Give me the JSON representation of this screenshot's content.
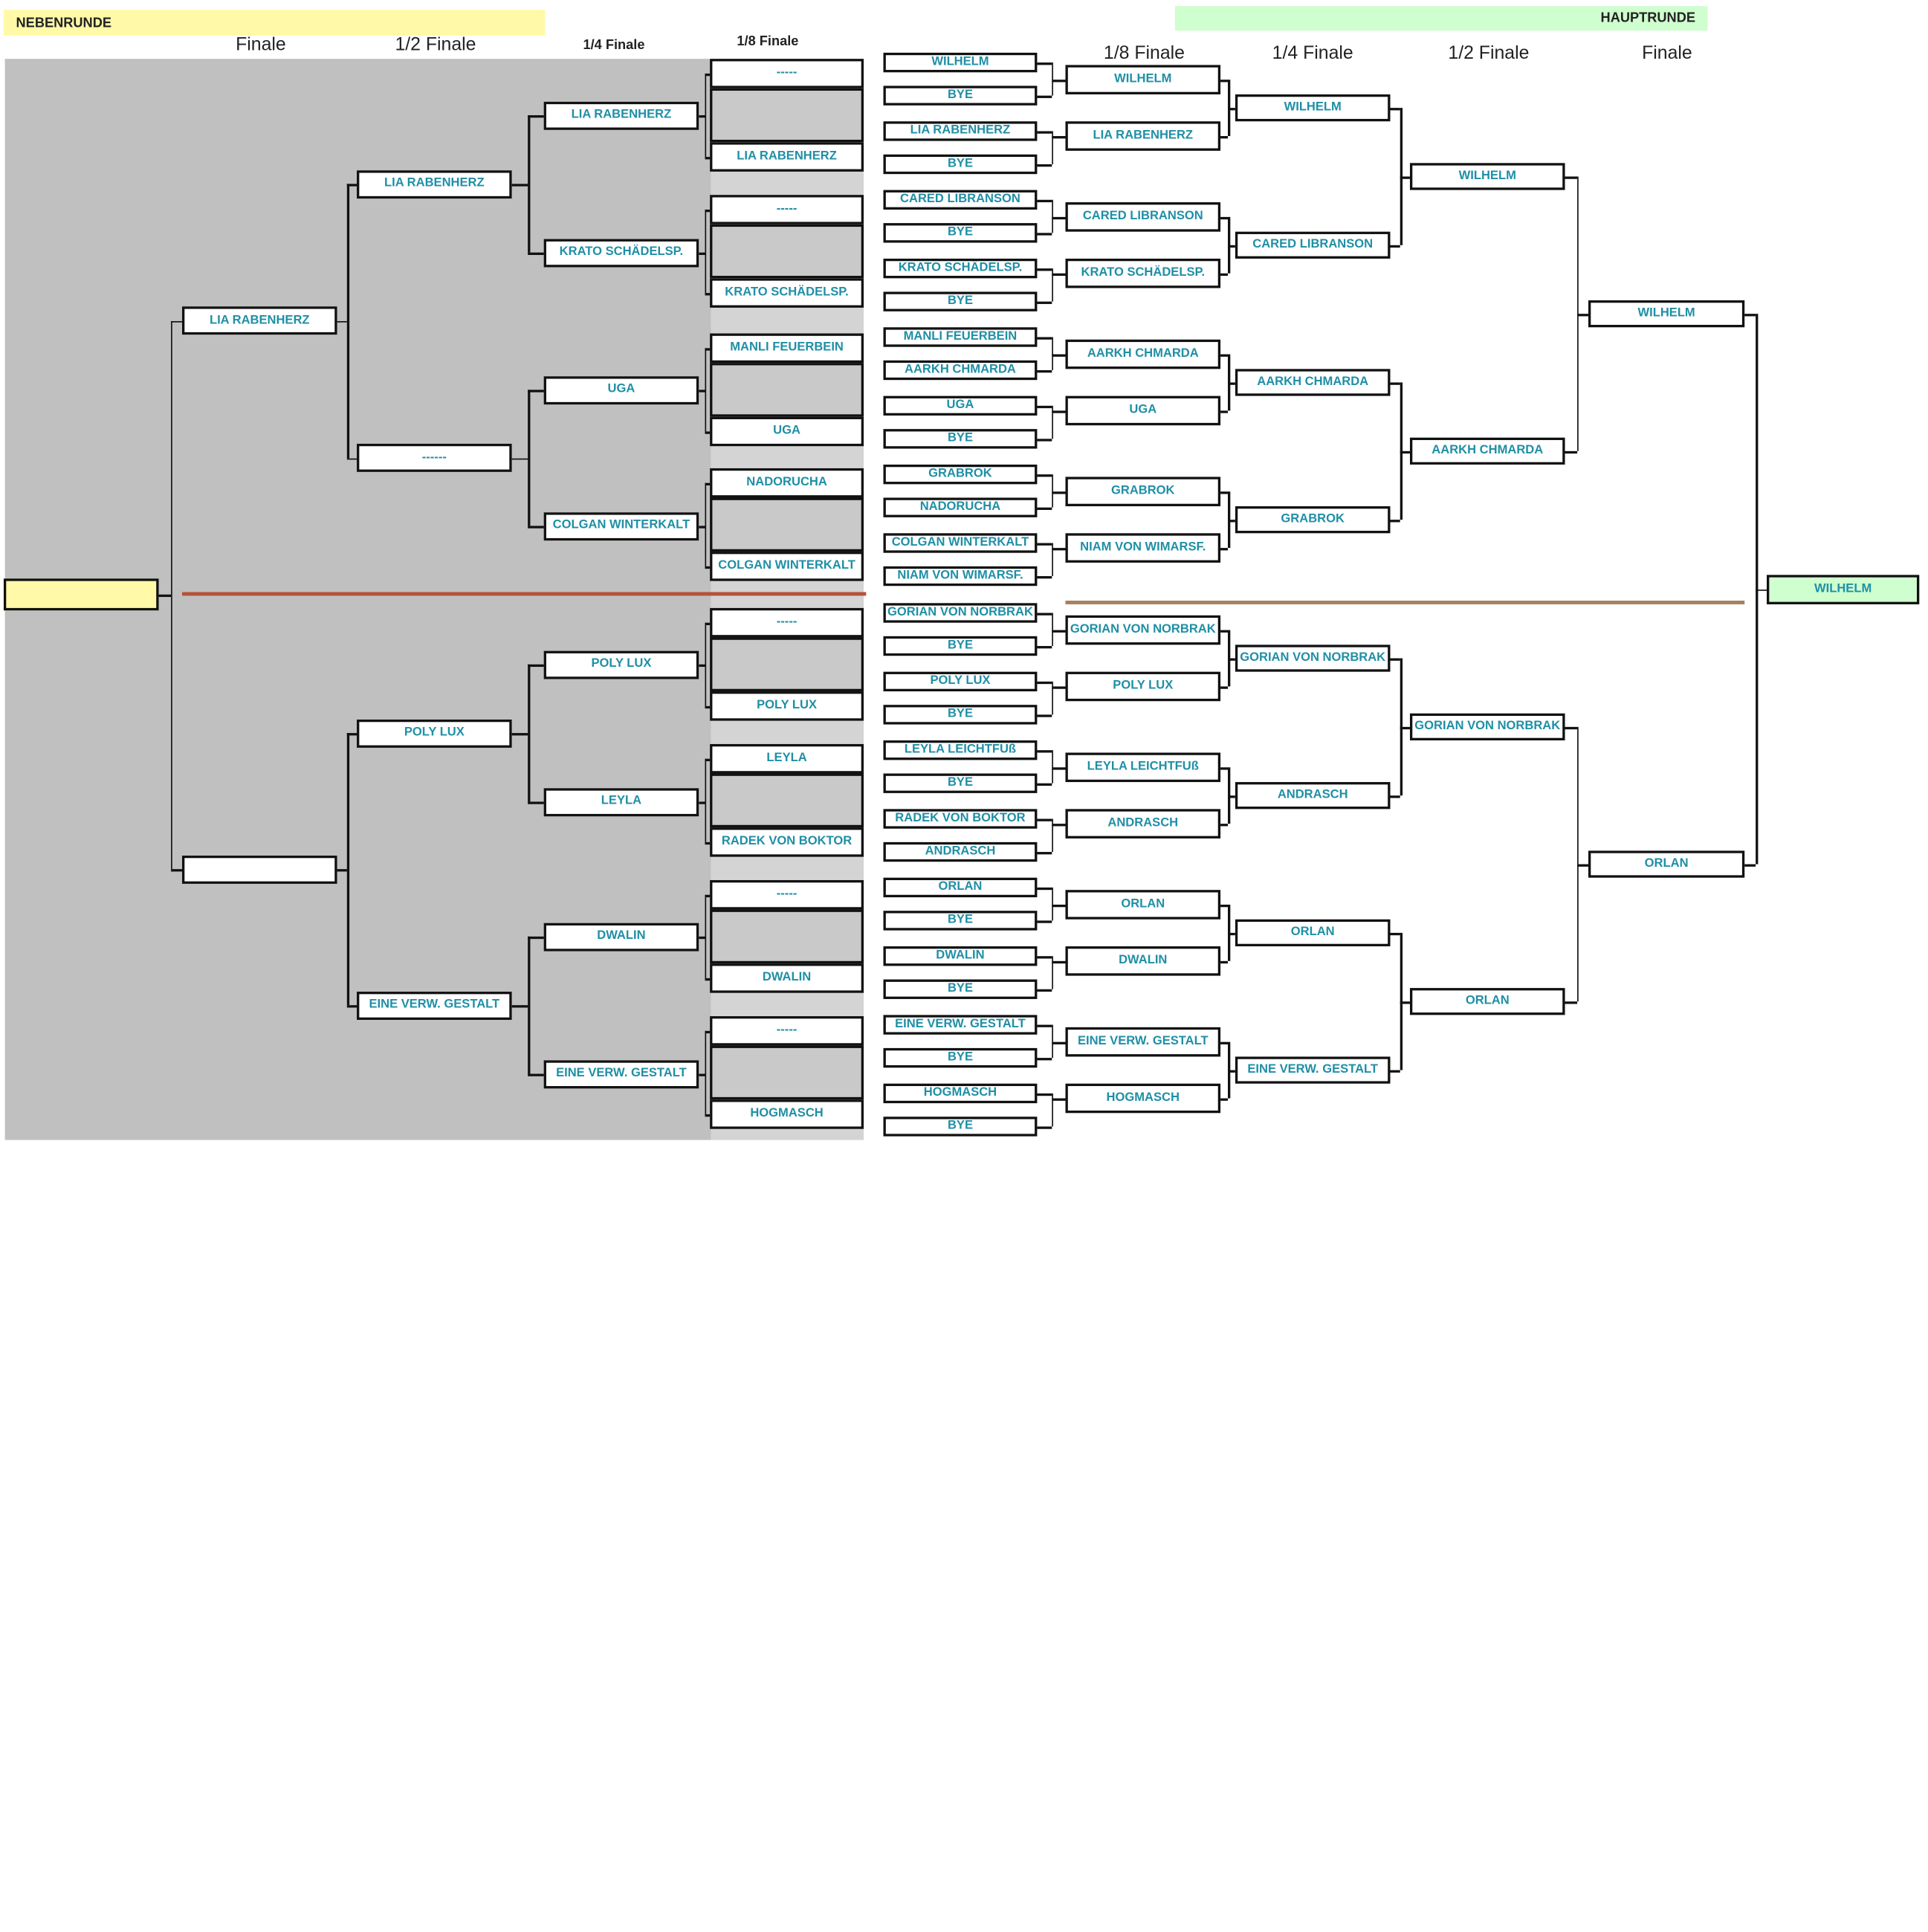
{
  "nebenrunde": {
    "title": "NEBENRUNDE",
    "rounds": {
      "finale": "Finale",
      "semi": "1/2 Finale",
      "quarter": "1/4 Finale",
      "eighth": "1/8 Finale"
    },
    "final_slot": "",
    "semis": [
      "LIA RABENHERZ",
      ""
    ],
    "quarters": [
      "LIA RABENHERZ",
      "------",
      "POLY LUX",
      "EINE VERW. GESTALT"
    ],
    "eighths": [
      "LIA RABENHERZ",
      "KRATO SCHÄDELSP.",
      "UGA",
      "COLGAN WINTERKALT",
      "POLY LUX",
      "LEYLA",
      "DWALIN",
      "EINE VERW. GESTALT"
    ],
    "entries": [
      [
        "-----",
        "",
        "LIA RABENHERZ"
      ],
      [
        "-----",
        "",
        "KRATO SCHÄDELSP."
      ],
      [
        "MANLI FEUERBEIN",
        "",
        "UGA"
      ],
      [
        "NADORUCHA",
        "",
        "COLGAN WINTERKALT"
      ],
      [
        "-----",
        "",
        "POLY LUX"
      ],
      [
        "LEYLA",
        "",
        "RADEK VON BOKTOR"
      ],
      [
        "-----",
        "",
        "DWALIN"
      ],
      [
        "-----",
        "",
        "HOGMASCH"
      ]
    ]
  },
  "pairs": [
    [
      "WILHELM",
      "BYE"
    ],
    [
      "LIA RABENHERZ",
      "BYE"
    ],
    [
      "CARED LIBRANSON",
      "BYE"
    ],
    [
      "KRATO SCHÄDELSP.",
      "BYE"
    ],
    [
      "MANLI FEUERBEIN",
      "AARKH CHMARDA"
    ],
    [
      "UGA",
      "BYE"
    ],
    [
      "GRABROK",
      "NADORUCHA"
    ],
    [
      "COLGAN WINTERKALT",
      "NIAM VON WIMARSF."
    ],
    [
      "GORIAN VON NORBRAK",
      "BYE"
    ],
    [
      "POLY LUX",
      "BYE"
    ],
    [
      "LEYLA LEICHTFUß",
      "BYE"
    ],
    [
      "RADEK VON BOKTOR",
      "ANDRASCH"
    ],
    [
      "ORLAN",
      "BYE"
    ],
    [
      "DWALIN",
      "BYE"
    ],
    [
      "EINE VERW. GESTALT",
      "BYE"
    ],
    [
      "HOGMASCH",
      "BYE"
    ]
  ],
  "hauptrunde": {
    "title": "HAUPTRUNDE",
    "rounds": {
      "eighth": "1/8 Finale",
      "quarter": "1/4 Finale",
      "semi": "1/2 Finale",
      "finale": "Finale"
    },
    "eighths": [
      "WILHELM",
      "LIA RABENHERZ",
      "CARED LIBRANSON",
      "KRATO SCHÄDELSP.",
      "AARKH CHMARDA",
      "UGA",
      "GRABROK",
      "NIAM VON WIMARSF.",
      "GORIAN VON NORBRAK",
      "POLY LUX",
      "LEYLA LEICHTFUß",
      "ANDRASCH",
      "ORLAN",
      "DWALIN",
      "EINE VERW. GESTALT",
      "HOGMASCH"
    ],
    "quarters": [
      "WILHELM",
      "CARED LIBRANSON",
      "AARKH CHMARDA",
      "GRABROK",
      "GORIAN VON NORBRAK",
      "ANDRASCH",
      "ORLAN",
      "EINE VERW. GESTALT"
    ],
    "semis": [
      "WILHELM",
      "AARKH CHMARDA",
      "GORIAN VON NORBRAK",
      "ORLAN"
    ],
    "finals": [
      "WILHELM",
      "ORLAN"
    ],
    "champion": "WILHELM"
  },
  "colors": {
    "text": "#1f8fa6",
    "nebenrunde": "#fff9a8",
    "hauptrunde": "#cfffce",
    "gray": "#c0c0c0",
    "separator": "#b5523b"
  }
}
